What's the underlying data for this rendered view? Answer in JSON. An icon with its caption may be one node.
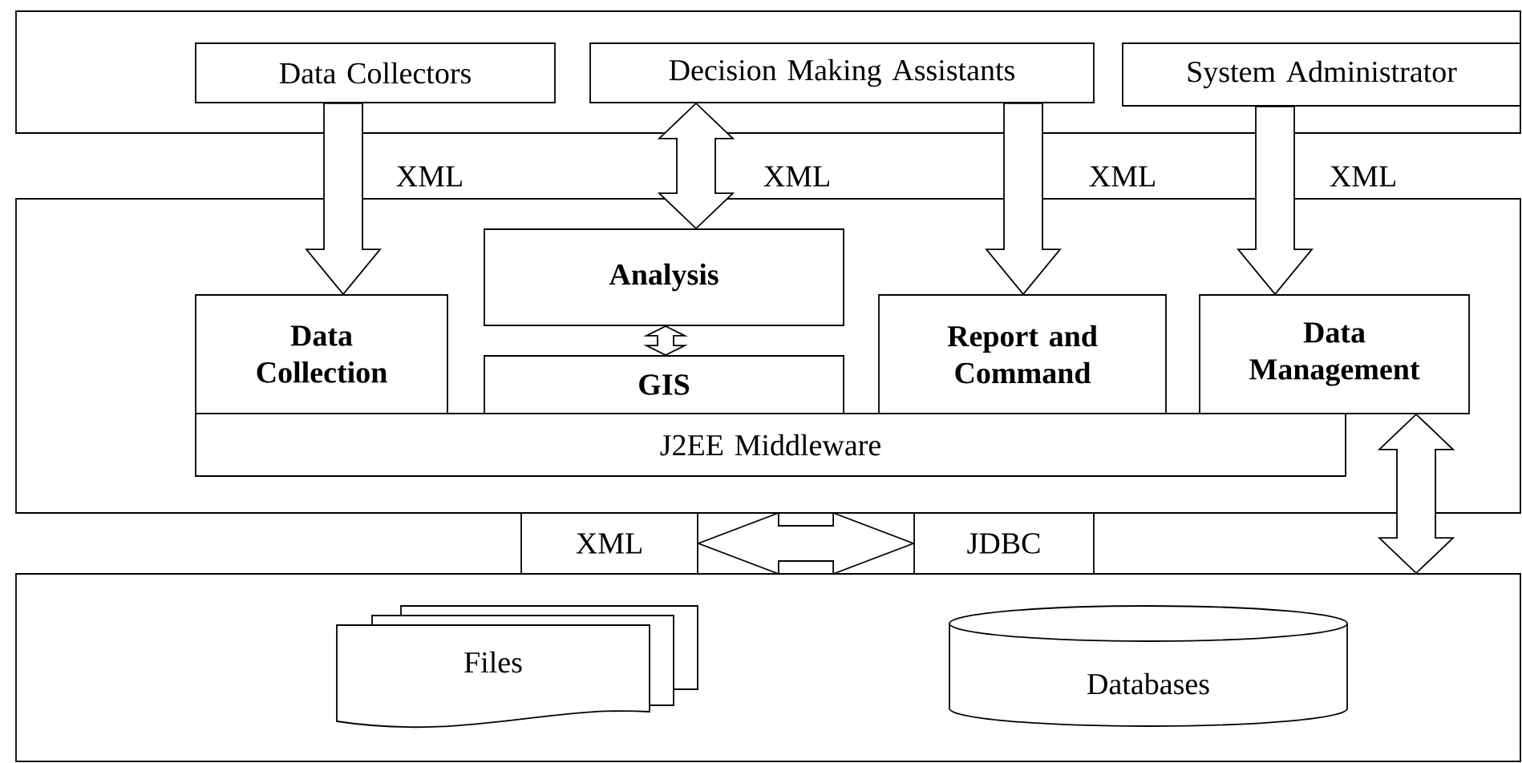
{
  "diagram": {
    "nodes": [
      {
        "text": [],
        "shape": "box"
      },
      {
        "text": [
          "Data Collectors"
        ],
        "in": 0
      },
      {
        "text": [
          "Decision Making Assistants"
        ],
        "in": 0
      },
      {
        "text": [
          "System Administrator"
        ],
        "in": 0
      },
      {
        "text": [],
        "shape": "box"
      },
      {
        "text": [
          "Analysis"
        ],
        "in": 4
      },
      {
        "text": [
          "Data Collection"
        ],
        "in": 4
      },
      {
        "text": [
          "GIS"
        ],
        "in": 4
      },
      {
        "text": [
          "Report and Command"
        ],
        "in": 4
      },
      {
        "text": [
          "Data Management"
        ],
        "in": 4
      },
      {
        "text": [
          "J2EE Middleware"
        ],
        "in": 4
      },
      {
        "text": [
          "XML"
        ]
      },
      {
        "text": [
          "JDBC"
        ]
      },
      {
        "text": [],
        "shape": "box"
      },
      {
        "text": [
          "Files"
        ],
        "in": 13
      },
      {
        "text": [
          "Databases"
        ],
        "in": 13
      }
    ],
    "edges": [
      {
        "from": 1,
        "to": 6,
        "arrow": "to",
        "label": "XML"
      },
      {
        "from": 2,
        "to": 5,
        "arrow": "both",
        "label": "XML"
      },
      {
        "from": 2,
        "to": 8,
        "arrow": "to",
        "label": "XML"
      },
      {
        "from": 3,
        "to": 9,
        "arrow": "to",
        "label": "XML"
      },
      {
        "from": 5,
        "to": 7,
        "arrow": "both"
      },
      {
        "from": 11,
        "to": 12,
        "arrow": "both"
      },
      {
        "from": 9,
        "to": 13,
        "arrow": "both"
      }
    ]
  }
}
